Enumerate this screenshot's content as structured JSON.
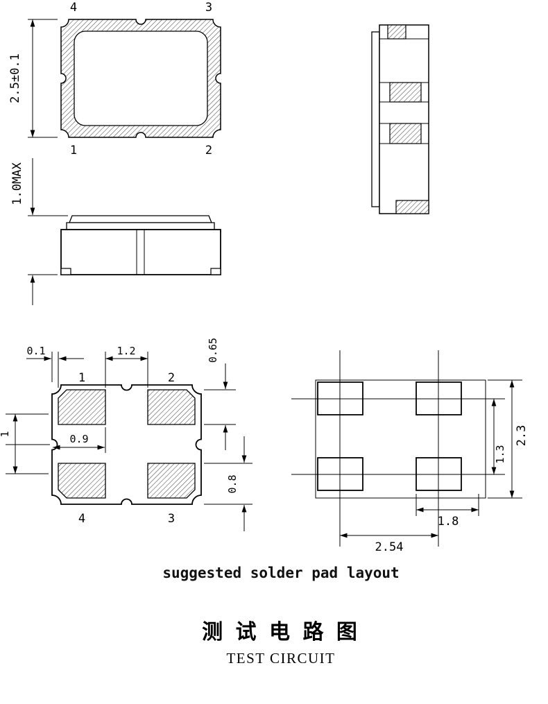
{
  "top_view": {
    "dim_height": "2.5±0.1",
    "pad_tl": "4",
    "pad_tr": "3",
    "pad_bl": "1",
    "pad_br": "2"
  },
  "side_view": {
    "dim_height": "1.0MAX"
  },
  "bottom_view": {
    "pad_tl": "1",
    "pad_tr": "2",
    "pad_bl": "4",
    "pad_br": "3",
    "dim_edge_gap": "0.1",
    "dim_pad_gap": "1.2",
    "dim_pad_height": "0.65",
    "dim_pad_width": "0.9",
    "dim_center": "1",
    "dim_bottom_pad": "0.8"
  },
  "pad_layout": {
    "caption": "suggested solder pad layout",
    "dim_overall_height": "2.3",
    "dim_row_pitch": "1.3",
    "dim_pad_width": "1.8",
    "dim_col_pitch": "2.54"
  },
  "titles": {
    "cn": "测 试 电 路 图",
    "en": "TEST CIRCUIT"
  }
}
